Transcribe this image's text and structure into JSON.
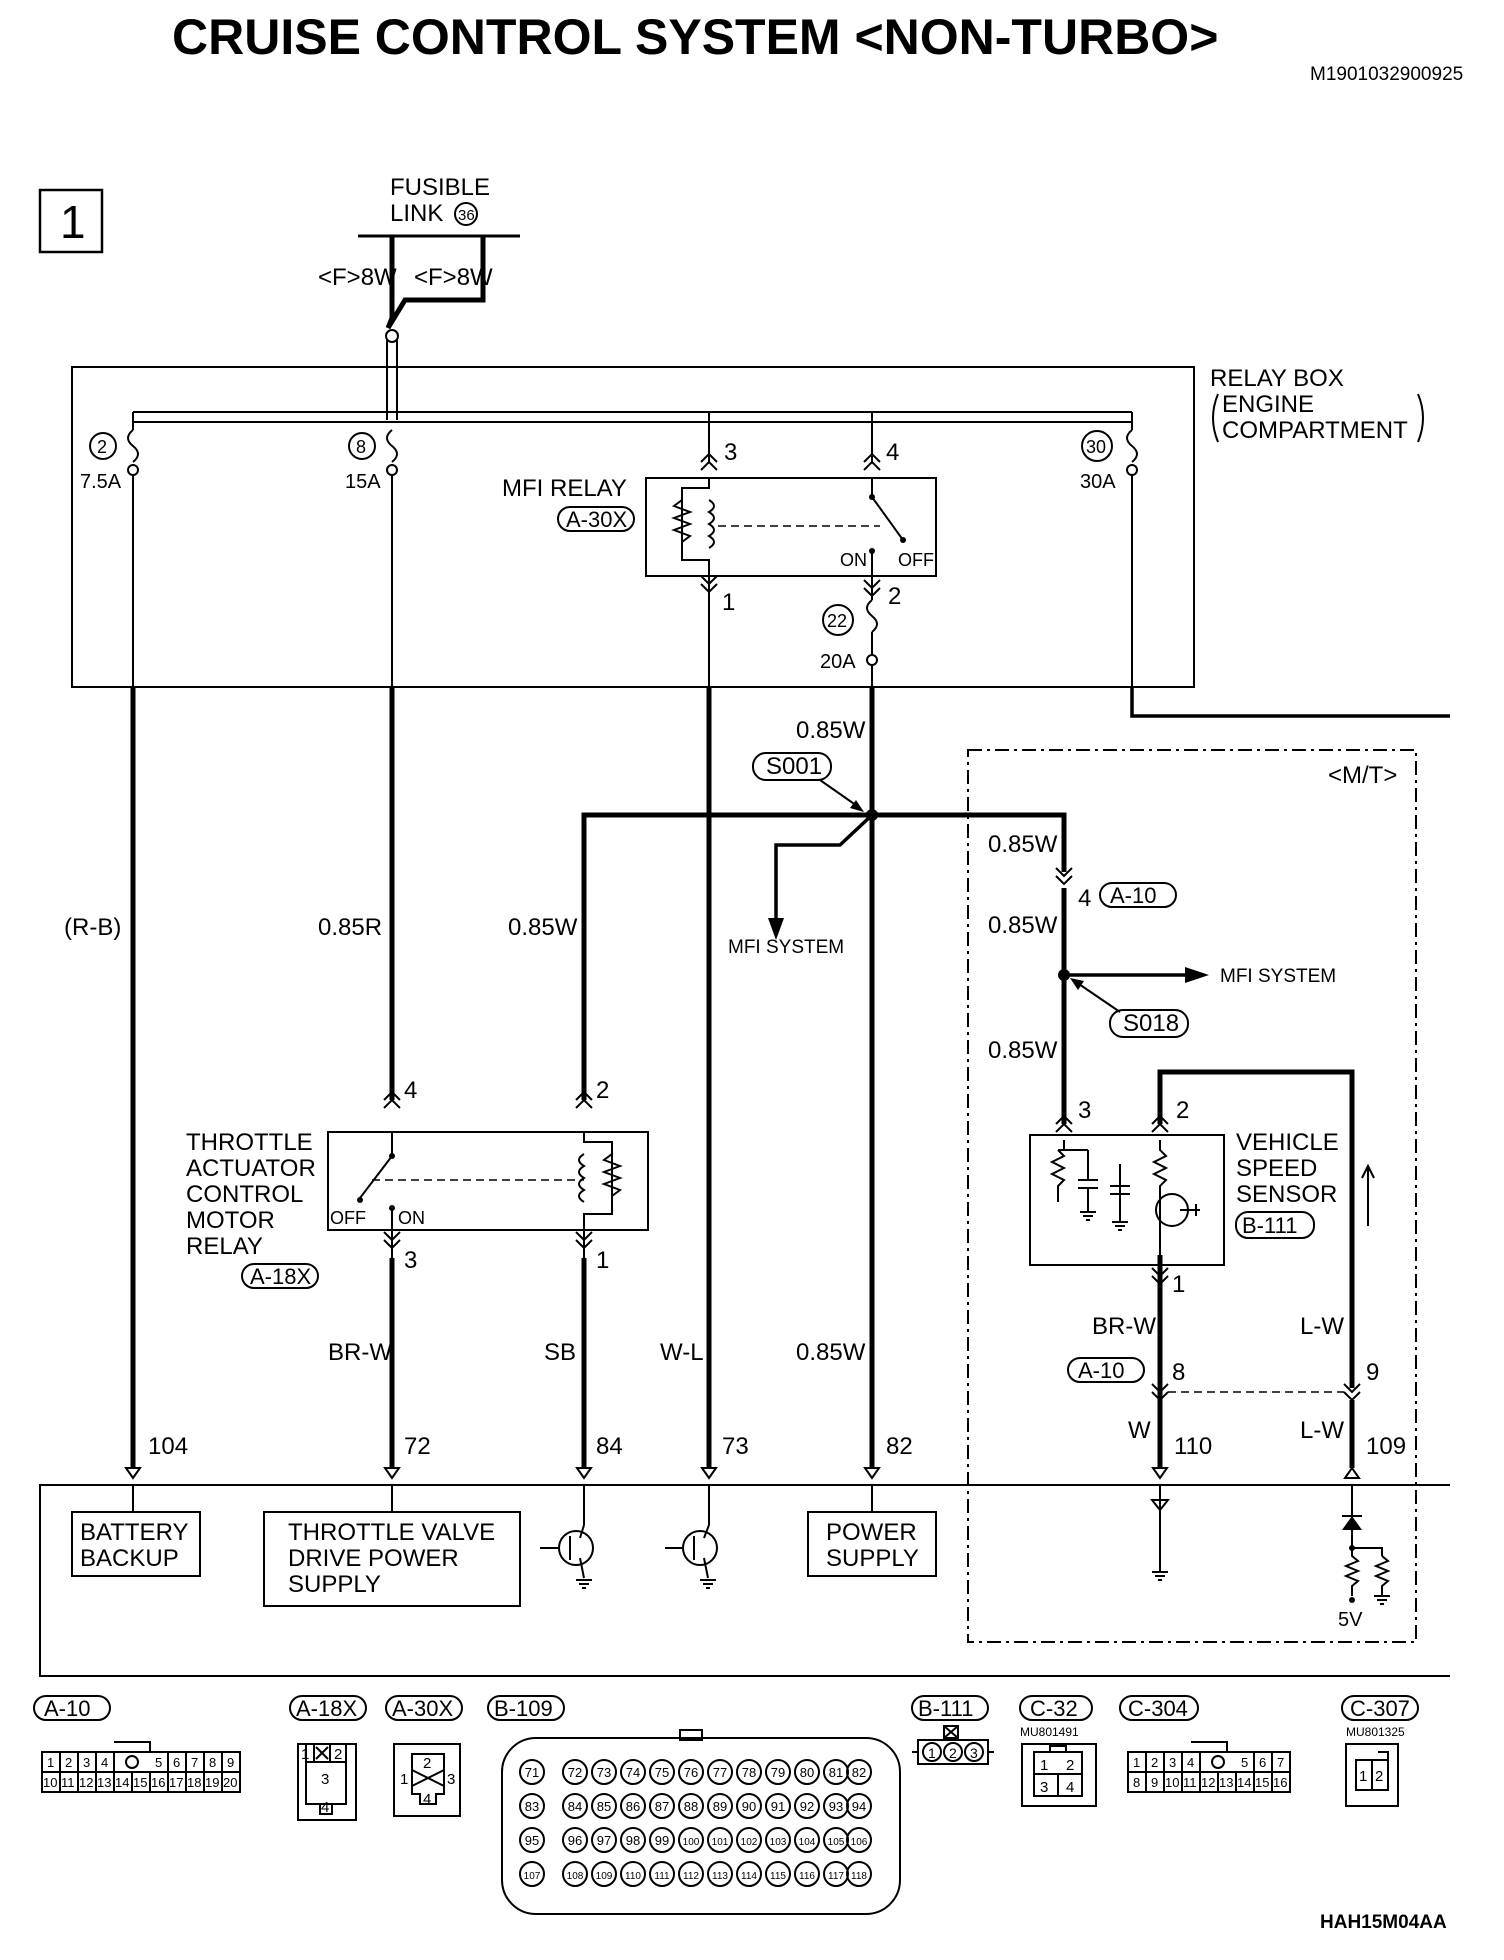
{
  "title": "CRUISE CONTROL SYSTEM <NON-TURBO>",
  "doc_id": "M1901032900925",
  "page_number": "1",
  "drawing_id": "HAH15M04AA",
  "fusible_link": {
    "line1": "FUSIBLE",
    "line2": "LINK",
    "number": "36",
    "wire_left": "<F>8W",
    "wire_right": "<F>8W"
  },
  "relay_box": {
    "line1": "RELAY BOX",
    "line2": "ENGINE",
    "line3": "COMPARTMENT"
  },
  "fuses": [
    {
      "number": "2",
      "rating": "7.5A"
    },
    {
      "number": "8",
      "rating": "15A"
    },
    {
      "number": "30",
      "rating": "30A"
    },
    {
      "number": "22",
      "rating": "20A"
    }
  ],
  "mfi_relay": {
    "name": "MFI RELAY",
    "code": "A-30X",
    "pins": [
      "3",
      "4",
      "1",
      "2"
    ],
    "on": "ON",
    "off": "OFF"
  },
  "splices": {
    "s001": "S001",
    "s018": "S018"
  },
  "mfi_system": "MFI SYSTEM",
  "mt_label": "<M/T>",
  "wires": {
    "rb": "(R-B)",
    "r085": "0.85R",
    "w085": "0.85W",
    "brw": "BR-W",
    "sb": "SB",
    "wl": "W-L",
    "lw": "L-W",
    "w": "W"
  },
  "throttle_relay": {
    "line1": "THROTTLE",
    "line2": "ACTUATOR",
    "line3": "CONTROL",
    "line4": "MOTOR",
    "line5": "RELAY",
    "code": "A-18X",
    "pins": [
      "4",
      "2",
      "3",
      "1"
    ],
    "off": "OFF",
    "on": "ON"
  },
  "vss": {
    "line1": "VEHICLE",
    "line2": "SPEED",
    "line3": "SENSOR",
    "code": "B-111",
    "pins": [
      "3",
      "2",
      "1"
    ]
  },
  "a10": {
    "code": "A-10",
    "pin4": "4",
    "pin8": "8",
    "pin9": "9"
  },
  "ecm_pins": [
    "104",
    "72",
    "84",
    "73",
    "82",
    "110",
    "109"
  ],
  "ecm_blocks": {
    "battery": {
      "line1": "BATTERY",
      "line2": "BACKUP"
    },
    "throttle": {
      "line1": "THROTTLE VALVE",
      "line2": "DRIVE POWER",
      "line3": "SUPPLY"
    },
    "power": {
      "line1": "POWER",
      "line2": "SUPPLY"
    },
    "v5": "5V"
  },
  "connectors": {
    "a10": {
      "code": "A-10",
      "row1": [
        "1",
        "2",
        "3",
        "4",
        "5",
        "6",
        "7",
        "8",
        "9"
      ],
      "row2": [
        "10",
        "11",
        "12",
        "13",
        "14",
        "15",
        "16",
        "17",
        "18",
        "19",
        "20"
      ]
    },
    "a18x": {
      "code": "A-18X",
      "pins": [
        "1",
        "2",
        "3",
        "4"
      ]
    },
    "a30x": {
      "code": "A-30X",
      "pins": [
        "1",
        "2",
        "3",
        "4"
      ]
    },
    "b109": {
      "code": "B-109",
      "row1": [
        "71",
        "72",
        "73",
        "74",
        "75",
        "76",
        "77",
        "78",
        "79",
        "80",
        "81",
        "82"
      ],
      "row2": [
        "83",
        "84",
        "85",
        "86",
        "87",
        "88",
        "89",
        "90",
        "91",
        "92",
        "93",
        "94"
      ],
      "row3": [
        "95",
        "96",
        "97",
        "98",
        "99",
        "100",
        "101",
        "102",
        "103",
        "104",
        "105",
        "106"
      ],
      "row4": [
        "107",
        "108",
        "109",
        "110",
        "111",
        "112",
        "113",
        "114",
        "115",
        "116",
        "117",
        "118"
      ]
    },
    "b111": {
      "code": "B-111",
      "pins": [
        "1",
        "2",
        "3"
      ]
    },
    "c32": {
      "code": "C-32",
      "part": "MU801491",
      "pins": [
        "1",
        "2",
        "3",
        "4"
      ]
    },
    "c304": {
      "code": "C-304",
      "row1": [
        "1",
        "2",
        "3",
        "4",
        "5",
        "6",
        "7"
      ],
      "row2": [
        "8",
        "9",
        "10",
        "11",
        "12",
        "13",
        "14",
        "15",
        "16"
      ]
    },
    "c307": {
      "code": "C-307",
      "part": "MU801325",
      "pins": [
        "1",
        "2"
      ]
    }
  }
}
